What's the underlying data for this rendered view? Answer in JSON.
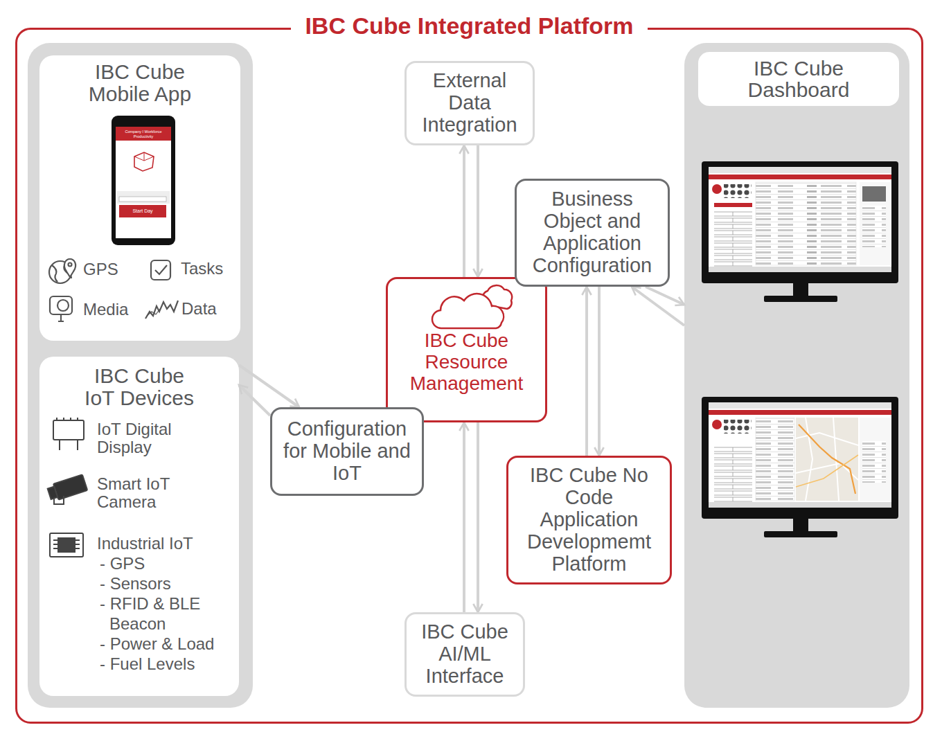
{
  "diagram": {
    "nodes": [
      {
        "text": [
          "IBC Cube Integrated Platform"
        ]
      },
      {
        "text": [
          "IBC Cube Mobile App",
          "GPS",
          "Tasks",
          "Media",
          "Data"
        ],
        "in": 0
      },
      {
        "text": [
          "IBC Cube IoT Devices",
          "IoT Digital Display",
          "Smart IoT Camera",
          "Industrial IoT",
          "- GPS",
          "- Sensors",
          "- RFID & BLE Beacon",
          "- Power & Load",
          "- Fuel Levels"
        ],
        "in": 0
      },
      {
        "text": [
          "External Data Integration"
        ],
        "in": 0
      },
      {
        "text": [
          "Business Object and Application Configuration"
        ],
        "in": 0
      },
      {
        "text": [
          "IBC Cube Resource Management"
        ],
        "in": 0
      },
      {
        "text": [
          "Configuration for Mobile and IoT"
        ],
        "in": 0
      },
      {
        "text": [
          "IBC Cube No Code Application Developmemt Platform"
        ],
        "in": 0
      },
      {
        "text": [
          "IBC Cube AI/ML Interface"
        ],
        "in": 0
      },
      {
        "text": [
          "IBC Cube Dashboard"
        ],
        "in": 0
      }
    ],
    "edges": [
      {
        "from": 5,
        "to": 3,
        "arrow": "to"
      },
      {
        "from": 3,
        "to": 5,
        "arrow": "to"
      },
      {
        "from": 2,
        "to": 6,
        "arrow": "to"
      },
      {
        "from": 6,
        "to": 2,
        "arrow": "to"
      },
      {
        "from": 7,
        "to": 4,
        "arrow": "to"
      },
      {
        "from": 4,
        "to": 7,
        "arrow": "to"
      },
      {
        "from": 9,
        "to": 4,
        "arrow": "to"
      },
      {
        "from": 4,
        "to": 9,
        "arrow": "to"
      },
      {
        "from": 8,
        "to": 5,
        "arrow": "to"
      },
      {
        "from": 5,
        "to": 8,
        "arrow": "to"
      }
    ],
    "labels": [
      "Company I Workforce Productivity",
      "Start Day"
    ]
  }
}
